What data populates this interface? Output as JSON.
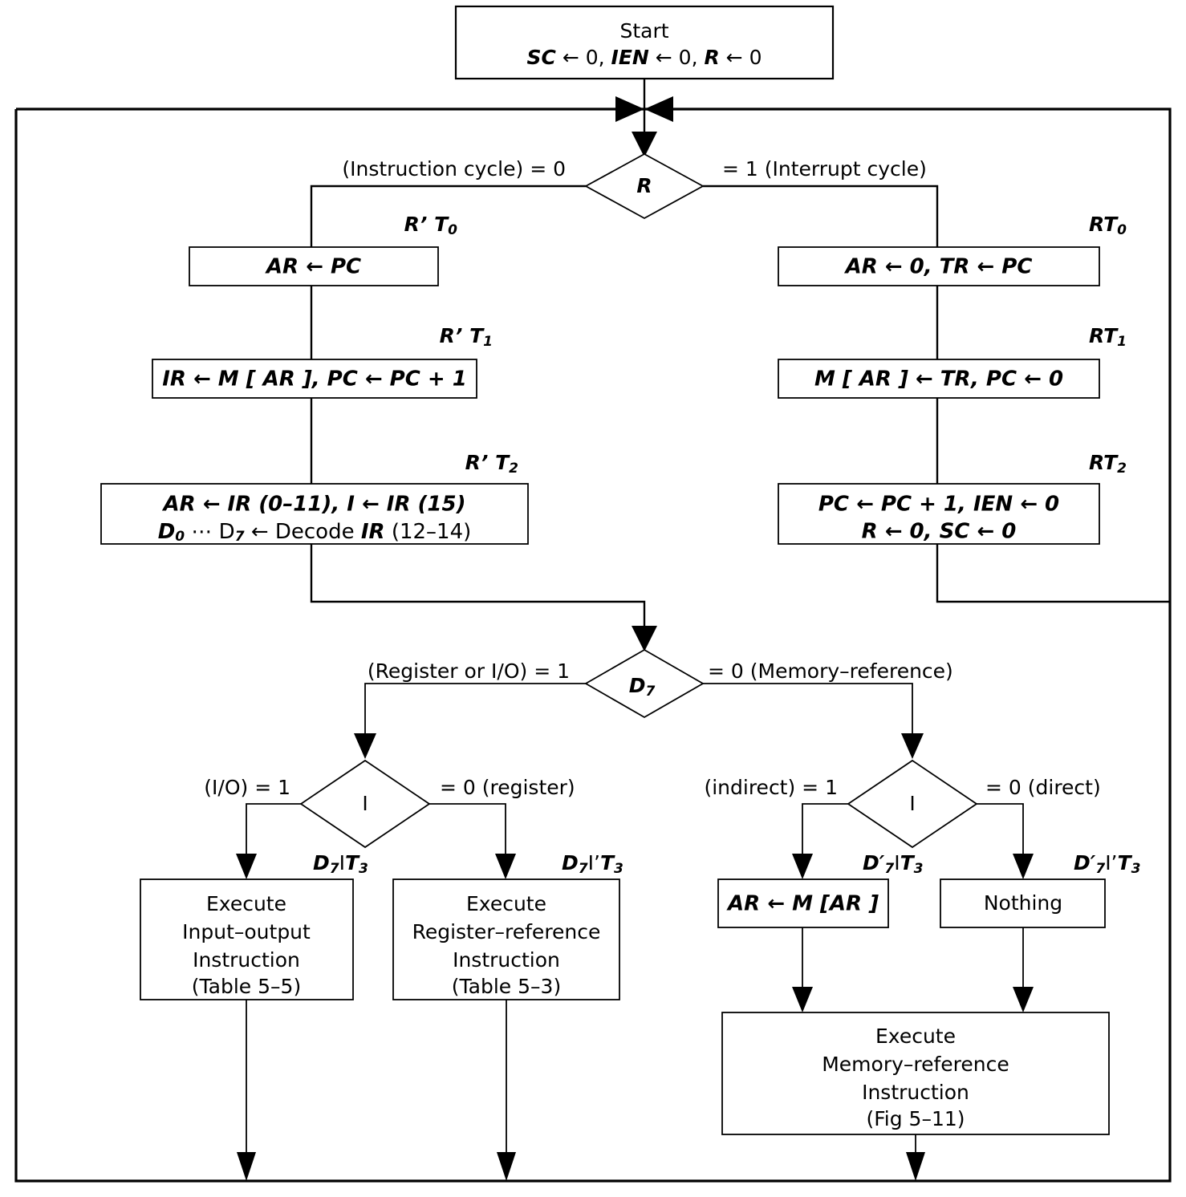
{
  "diagram": {
    "title": "Instruction cycle flowchart",
    "colors": {
      "stroke": "#000000",
      "fill": "#ffffff",
      "text": "#000000"
    },
    "start": {
      "line1": "Start",
      "line2_a": "SC",
      "line2_b": " ← 0, ",
      "line2_c": "IEN",
      "line2_d": " ← 0, ",
      "line2_e": "R",
      "line2_f": " ← 0",
      "full": "Start / SC ← 0, IEN ← 0, R ← 0"
    },
    "decisions": {
      "r": {
        "label": "R",
        "left_label": "(Instruction cycle) = 0",
        "right_label": "= 1 (Interrupt cycle)"
      },
      "d7": {
        "label_main": "D",
        "label_sub": "7",
        "left_label": "(Register or I/O) = 1",
        "right_label": "= 0 (Memory–reference)"
      },
      "i_left": {
        "label": "I",
        "left_label": "(I/O) = 1",
        "right_label": "= 0 (register)"
      },
      "i_right": {
        "label": "I",
        "left_label": "(indirect) = 1",
        "right_label": "= 0 (direct)"
      }
    },
    "timing_labels": {
      "rt0_prime": {
        "main": "R’ T",
        "sub": "0"
      },
      "rt1_prime": {
        "main": "R’ T",
        "sub": "1"
      },
      "rt2_prime": {
        "main": "R’ T",
        "sub": "2"
      },
      "rt0": {
        "main": "RT",
        "sub": "0"
      },
      "rt1": {
        "main": "RT",
        "sub": "1"
      },
      "rt2": {
        "main": "RT",
        "sub": "2"
      },
      "d7it3": {
        "d": "D",
        "d_sub": "7",
        "i": "I",
        "t": "T",
        "t_sub": "3"
      },
      "d7ipt3": {
        "d": "D",
        "d_sub": "7",
        "i": "I’",
        "t": "T",
        "t_sub": "3"
      },
      "d7pit3": {
        "d": "D′",
        "d_sub": "7",
        "i": "I",
        "t": "T",
        "t_sub": "3"
      },
      "d7pipt3": {
        "d": "D′",
        "d_sub": "7",
        "i": "I’",
        "t": "T",
        "t_sub": "3"
      }
    },
    "process_boxes": {
      "ar_pc": "AR ←  PC",
      "ir_m_ar": "IR ←  M [ AR ],  PC ←  PC + 1",
      "ar_ir_line1": "AR ←  IR (0–11),  I ←  IR (15)",
      "ar_ir_line2_a": "D",
      "ar_ir_line2_sub0": "0",
      "ar_ir_line2_b": " ⋯  D",
      "ar_ir_line2_sub7": "7",
      "ar_ir_line2_c": " ← Decode ",
      "ar_ir_line2_d": "IR",
      "ar_ir_line2_e": " (12–14)",
      "ar_0_tr_pc": "AR ← 0,  TR ←  PC",
      "m_ar_tr": "M [ AR ] ←  TR,  PC ← 0",
      "rt2_line1": "PC ←  PC + 1,  IEN ← 0",
      "rt2_line2": "R ← 0,  SC ← 0",
      "ar_m_ar": "AR ←  M [AR ]",
      "nothing": "Nothing"
    },
    "terminal_boxes": {
      "io": {
        "line1": "Execute",
        "line2": "Input–output",
        "line3": "Instruction",
        "line4": "(Table 5–5)"
      },
      "register": {
        "line1": "Execute",
        "line2": "Register–reference",
        "line3": "Instruction",
        "line4": "(Table 5–3)"
      },
      "memory": {
        "line1": "Execute",
        "line2": "Memory–reference",
        "line3": "Instruction",
        "line4": "(Fig 5–11)"
      }
    }
  }
}
